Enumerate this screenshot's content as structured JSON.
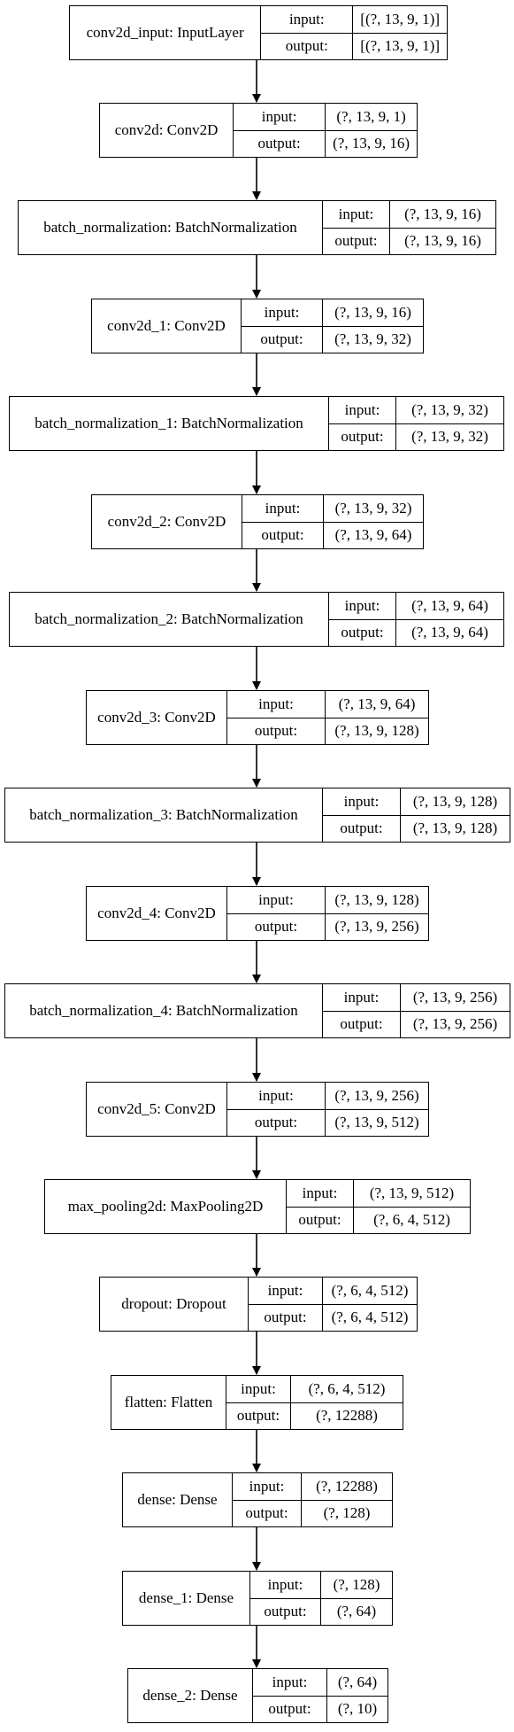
{
  "layers": [
    {
      "name": "conv2d_input: InputLayer",
      "input_label": "input:",
      "output_label": "output:",
      "input": "[(?, 13, 9, 1)]",
      "output": "[(?, 13, 9, 1)]"
    },
    {
      "name": "conv2d: Conv2D",
      "input_label": "input:",
      "output_label": "output:",
      "input": "(?, 13, 9, 1)",
      "output": "(?, 13, 9, 16)"
    },
    {
      "name": "batch_normalization: BatchNormalization",
      "input_label": "input:",
      "output_label": "output:",
      "input": "(?, 13, 9, 16)",
      "output": "(?, 13, 9, 16)"
    },
    {
      "name": "conv2d_1: Conv2D",
      "input_label": "input:",
      "output_label": "output:",
      "input": "(?, 13, 9, 16)",
      "output": "(?, 13, 9, 32)"
    },
    {
      "name": "batch_normalization_1: BatchNormalization",
      "input_label": "input:",
      "output_label": "output:",
      "input": "(?, 13, 9, 32)",
      "output": "(?, 13, 9, 32)"
    },
    {
      "name": "conv2d_2: Conv2D",
      "input_label": "input:",
      "output_label": "output:",
      "input": "(?, 13, 9, 32)",
      "output": "(?, 13, 9, 64)"
    },
    {
      "name": "batch_normalization_2: BatchNormalization",
      "input_label": "input:",
      "output_label": "output:",
      "input": "(?, 13, 9, 64)",
      "output": "(?, 13, 9, 64)"
    },
    {
      "name": "conv2d_3: Conv2D",
      "input_label": "input:",
      "output_label": "output:",
      "input": "(?, 13, 9, 64)",
      "output": "(?, 13, 9, 128)"
    },
    {
      "name": "batch_normalization_3: BatchNormalization",
      "input_label": "input:",
      "output_label": "output:",
      "input": "(?, 13, 9, 128)",
      "output": "(?, 13, 9, 128)"
    },
    {
      "name": "conv2d_4: Conv2D",
      "input_label": "input:",
      "output_label": "output:",
      "input": "(?, 13, 9, 128)",
      "output": "(?, 13, 9, 256)"
    },
    {
      "name": "batch_normalization_4: BatchNormalization",
      "input_label": "input:",
      "output_label": "output:",
      "input": "(?, 13, 9, 256)",
      "output": "(?, 13, 9, 256)"
    },
    {
      "name": "conv2d_5: Conv2D",
      "input_label": "input:",
      "output_label": "output:",
      "input": "(?, 13, 9, 256)",
      "output": "(?, 13, 9, 512)"
    },
    {
      "name": "max_pooling2d: MaxPooling2D",
      "input_label": "input:",
      "output_label": "output:",
      "input": "(?, 13, 9, 512)",
      "output": "(?, 6, 4, 512)"
    },
    {
      "name": "dropout: Dropout",
      "input_label": "input:",
      "output_label": "output:",
      "input": "(?, 6, 4, 512)",
      "output": "(?, 6, 4, 512)"
    },
    {
      "name": "flatten: Flatten",
      "input_label": "input:",
      "output_label": "output:",
      "input": "(?, 6, 4, 512)",
      "output": "(?, 12288)"
    },
    {
      "name": "dense: Dense",
      "input_label": "input:",
      "output_label": "output:",
      "input": "(?, 12288)",
      "output": "(?, 128)"
    },
    {
      "name": "dense_1: Dense",
      "input_label": "input:",
      "output_label": "output:",
      "input": "(?, 128)",
      "output": "(?, 64)"
    },
    {
      "name": "dense_2: Dense",
      "input_label": "input:",
      "output_label": "output:",
      "input": "(?, 64)",
      "output": "(?, 10)"
    }
  ]
}
